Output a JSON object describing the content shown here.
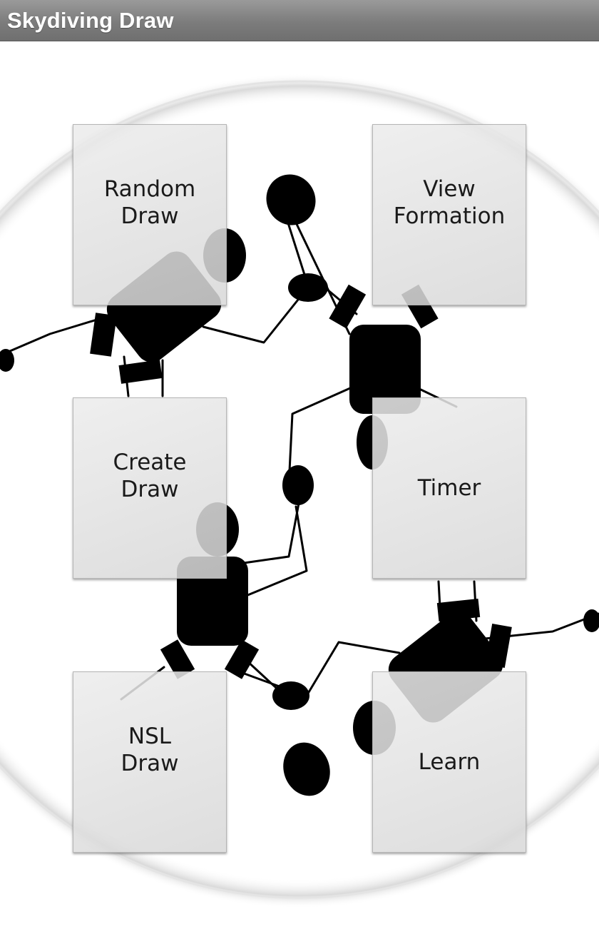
{
  "app": {
    "title": "Skydiving Draw"
  },
  "menu": {
    "tiles": [
      {
        "id": "random-draw",
        "label": "Random\nDraw"
      },
      {
        "id": "view-formation",
        "label": "View\nFormation"
      },
      {
        "id": "create-draw",
        "label": "Create\nDraw"
      },
      {
        "id": "timer",
        "label": "Timer"
      },
      {
        "id": "nsl-draw",
        "label": "NSL\nDraw"
      },
      {
        "id": "learn",
        "label": "Learn"
      }
    ]
  },
  "colors": {
    "title_bar": "#7c7c7c",
    "title_text": "#ffffff",
    "tile_fill": "#e2e2e2",
    "tile_text": "#1a1a1a",
    "figure_fill": "#000000"
  },
  "background": {
    "illustration": "four-skydivers-star-formation-icon"
  }
}
